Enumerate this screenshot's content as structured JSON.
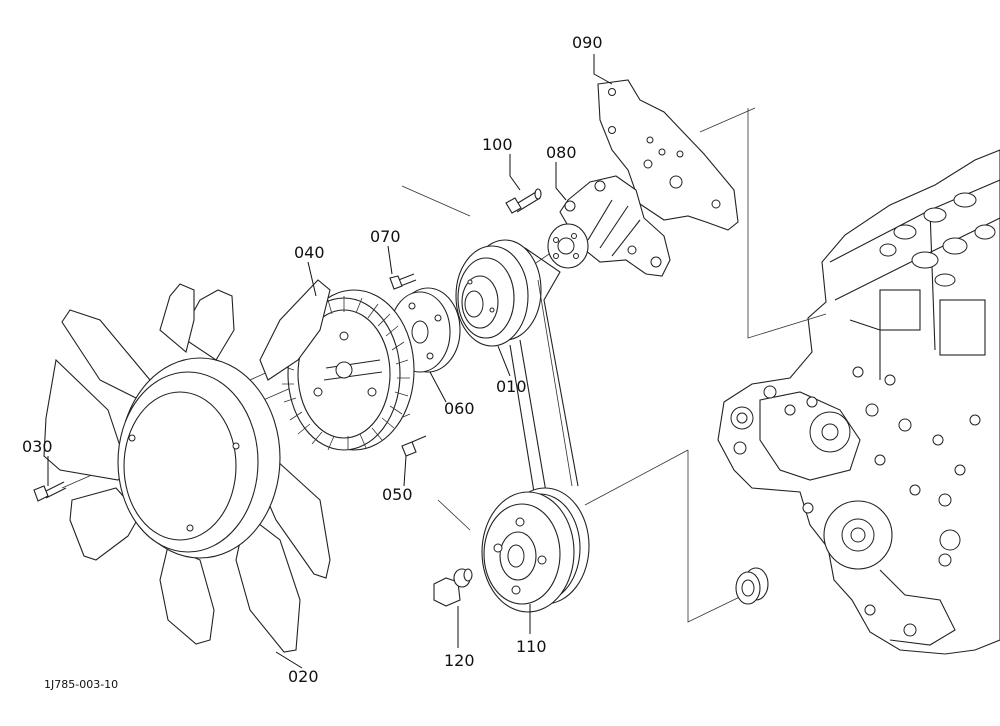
{
  "diagram": {
    "reference_code": "1J785-003-10",
    "parts": [
      {
        "key": "p090",
        "number": "090"
      },
      {
        "key": "p100",
        "number": "100"
      },
      {
        "key": "p080",
        "number": "080"
      },
      {
        "key": "p070",
        "number": "070"
      },
      {
        "key": "p040",
        "number": "040"
      },
      {
        "key": "p010",
        "number": "010"
      },
      {
        "key": "p060",
        "number": "060"
      },
      {
        "key": "p030",
        "number": "030"
      },
      {
        "key": "p050",
        "number": "050"
      },
      {
        "key": "p110",
        "number": "110"
      },
      {
        "key": "p120",
        "number": "120"
      },
      {
        "key": "p020",
        "number": "020"
      }
    ]
  }
}
